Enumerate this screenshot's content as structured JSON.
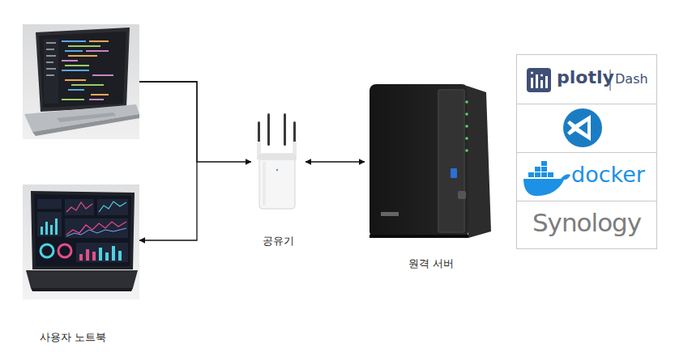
{
  "diagram": {
    "nodes": [
      {
        "text": []
      },
      {
        "text": [
          "사용자 노트북"
        ]
      },
      {
        "text": [
          "공유기"
        ]
      },
      {
        "text": [
          "원격 서버"
        ]
      },
      {
        "text": [
          "plotly",
          "Dash"
        ]
      },
      {
        "text": [
          "docker"
        ]
      },
      {
        "text": [
          "Synology"
        ]
      }
    ],
    "edges": [
      {
        "from": 0,
        "to": 2,
        "arrow": "to"
      },
      {
        "from": 0,
        "to": 1,
        "arrow": "to"
      },
      {
        "from": 2,
        "to": 3,
        "arrow": "both"
      }
    ]
  }
}
